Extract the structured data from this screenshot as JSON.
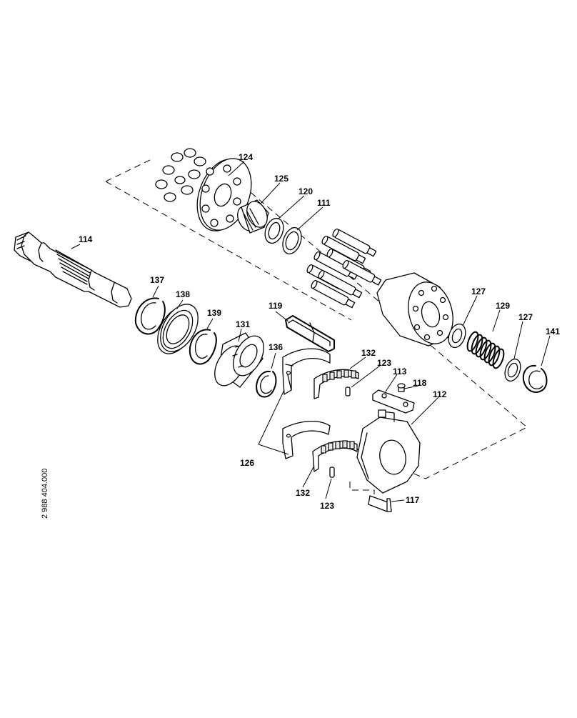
{
  "document_code": "2 988 404.000",
  "labels": {
    "l114": "114",
    "l124": "124",
    "l125": "125",
    "l120": "120",
    "l111": "111",
    "l137": "137",
    "l138": "138",
    "l139": "139",
    "l131": "131",
    "l119": "119",
    "l136": "136",
    "l132a": "132",
    "l123a": "123",
    "l113": "113",
    "l118": "118",
    "l112": "112",
    "l127a": "127",
    "l129": "129",
    "l127b": "127",
    "l141": "141",
    "l126": "126",
    "l132b": "132",
    "l123b": "123",
    "l117": "117"
  }
}
